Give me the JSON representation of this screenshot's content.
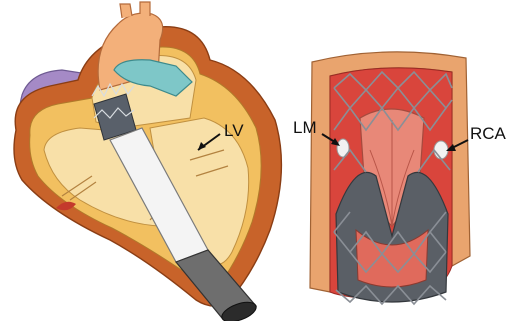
{
  "labels": {
    "lv": "LV",
    "lm": "LM",
    "rca": "RCA"
  },
  "colors": {
    "heart_outer": "#c8632a",
    "heart_fill": "#f2c060",
    "chamber_pale": "#f8e0a8",
    "atrium_purple": "#a58ac6",
    "aorta": "#f3b07a",
    "pulmonary": "#7ec7c8",
    "catheter_white": "#f4f4f4",
    "catheter_grey": "#6e6e6e",
    "aorta_wall": "#e9a46e",
    "aorta_lumen": "#d9453c",
    "skirt": "#5a5f66",
    "stent": "#8a8f96"
  }
}
